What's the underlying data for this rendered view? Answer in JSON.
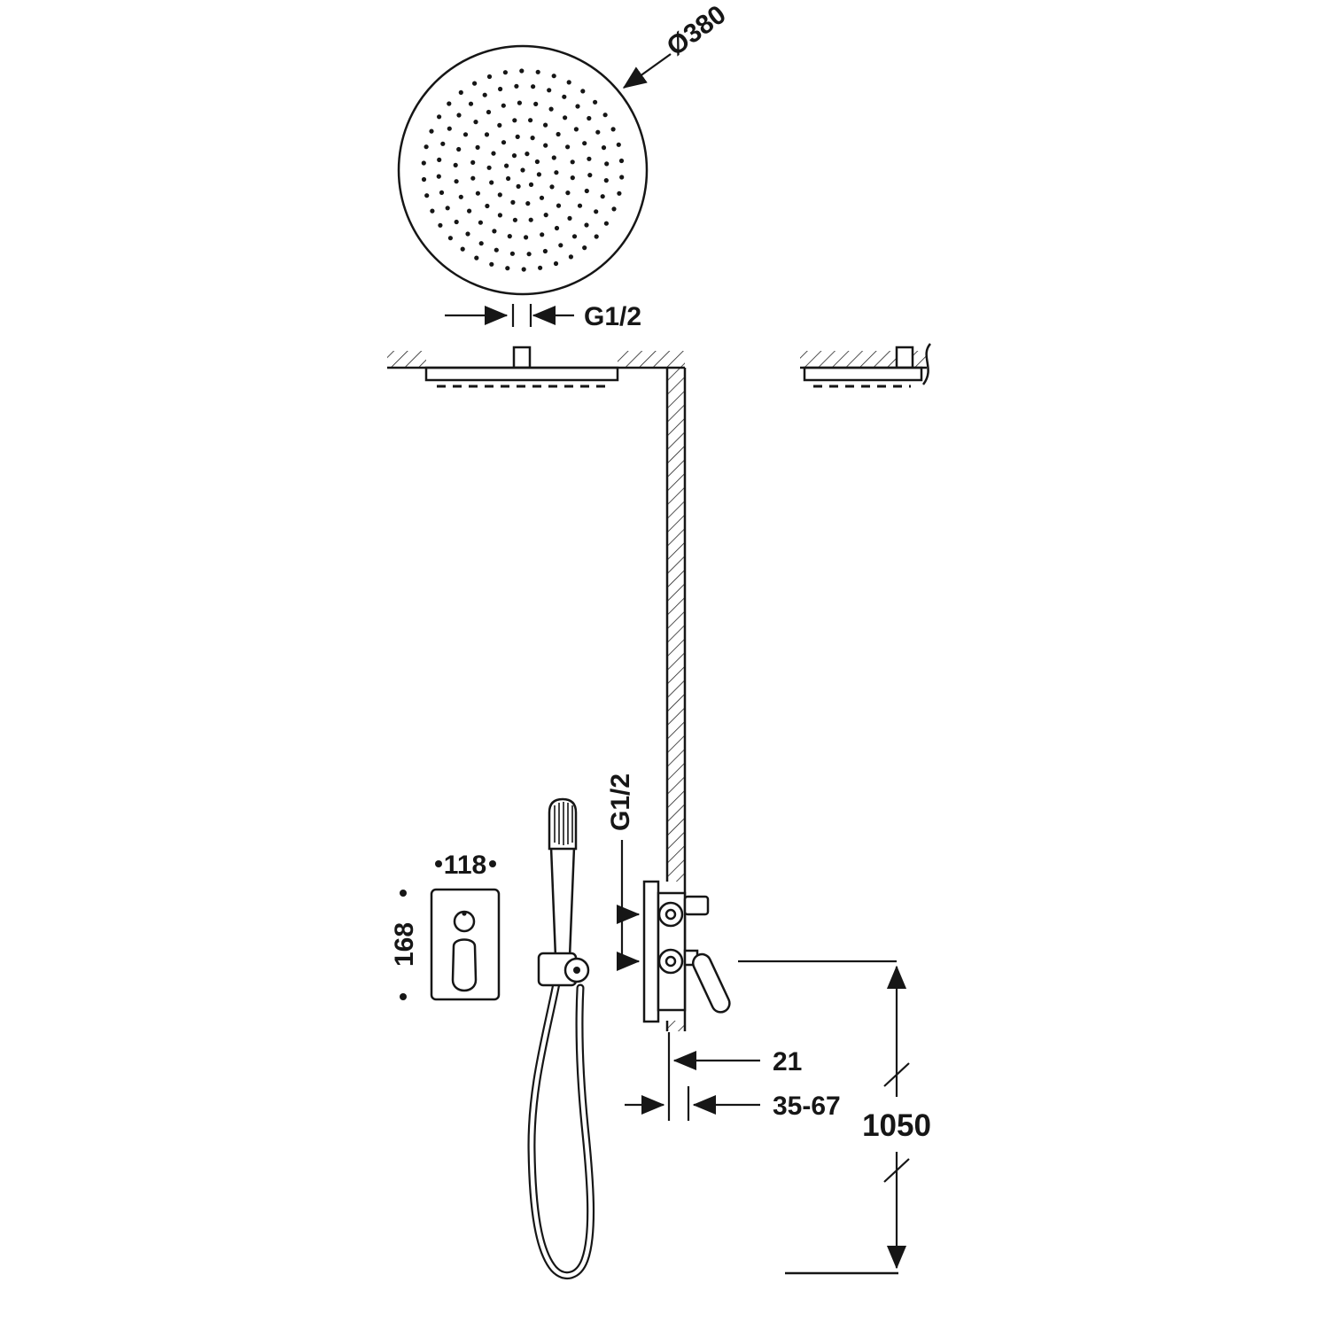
{
  "labels": {
    "head_diameter": "Ø380",
    "ceiling_thread": "G1/2",
    "valve_thread": "G1/2",
    "valve_width": "118",
    "valve_height": "168",
    "wall_offset": "21",
    "depth_range": "35-67",
    "floor_height": "1050"
  }
}
